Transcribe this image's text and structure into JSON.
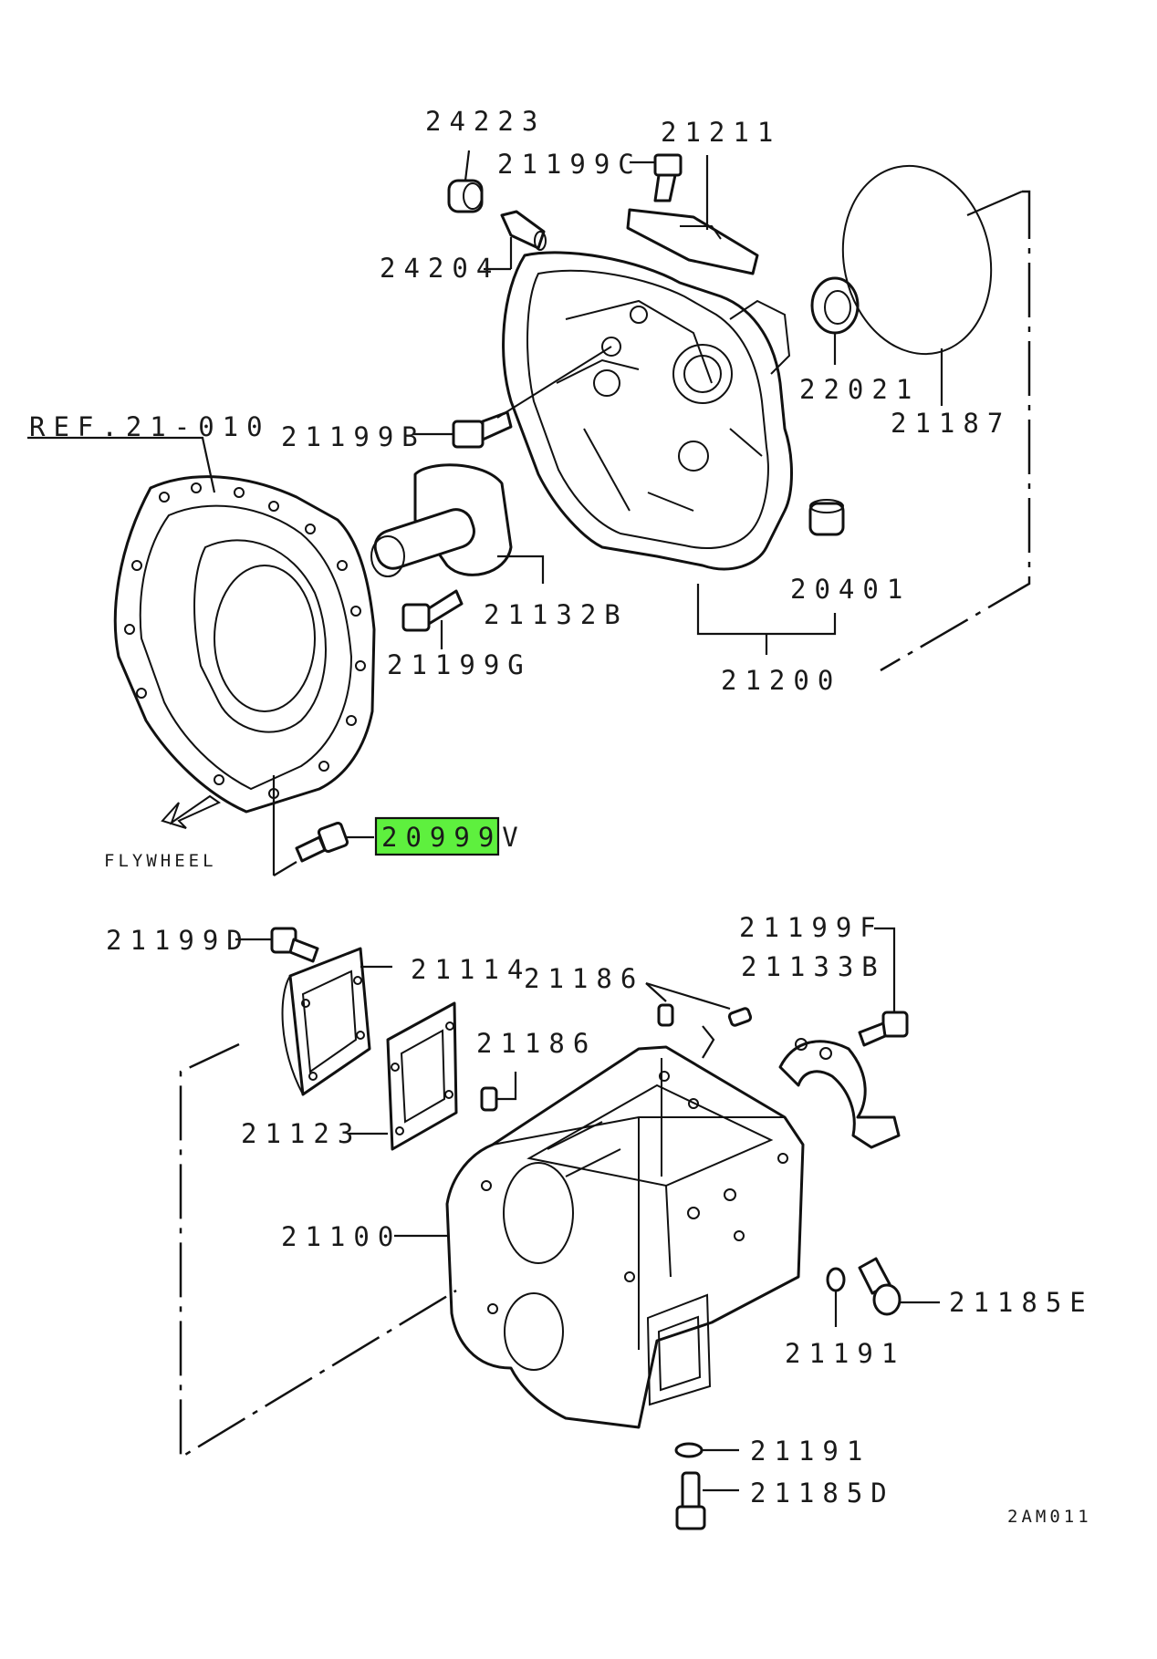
{
  "labels": {
    "p24223": "24223",
    "p21211": "21211",
    "p21199C": "21199C",
    "p24204": "24204",
    "p22021": "22021",
    "p21187": "21187",
    "ref": "REF.21-010",
    "p21199B": "21199B",
    "p21132B": "21132B",
    "p20401": "20401",
    "p21199G": "21199G",
    "p21200": "21200",
    "flywheel": "FLYWHEEL",
    "p20999V": "20999V",
    "p21199D": "21199D",
    "p21114": "21114",
    "p21186a": "21186",
    "p21199F": "21199F",
    "p21133B": "21133B",
    "p21186b": "21186",
    "p21123": "21123",
    "p21100": "21100",
    "p21185E": "21185E",
    "p21191a": "21191",
    "p21191b": "21191",
    "p21185D": "21185D",
    "diagram_code": "2AM011"
  },
  "highlight": {
    "part": "20999V",
    "color": "#5ef03e"
  }
}
